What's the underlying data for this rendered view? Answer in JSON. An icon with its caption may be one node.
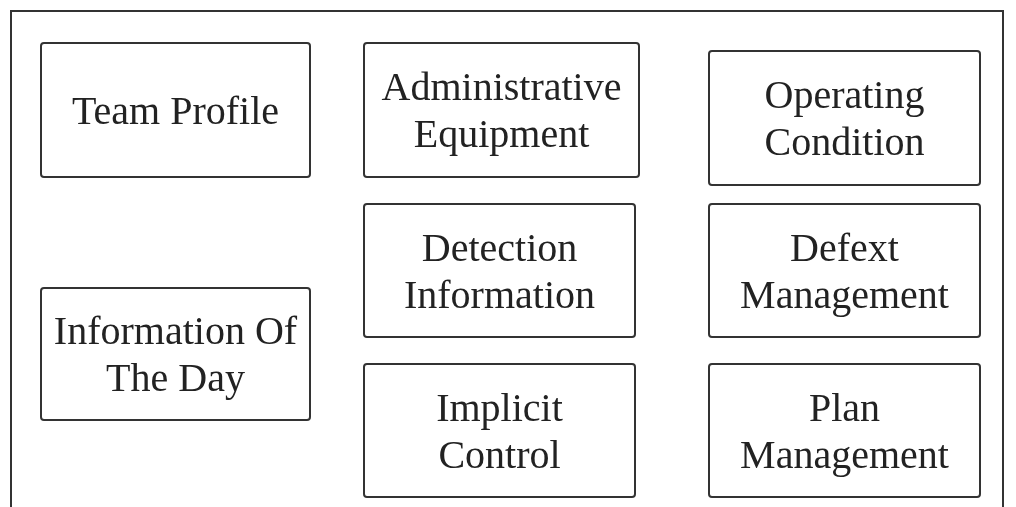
{
  "diagram": {
    "nodes": [
      {
        "text": [
          "Team Profile"
        ]
      },
      {
        "text": [
          "Administrative Equipment"
        ]
      },
      {
        "text": [
          "Operating Condition"
        ]
      },
      {
        "text": [
          "Detection Information"
        ]
      },
      {
        "text": [
          "Defext Management"
        ]
      },
      {
        "text": [
          "Information Of The Day"
        ]
      },
      {
        "text": [
          "Implicit Control"
        ]
      },
      {
        "text": [
          "Plan Management"
        ]
      }
    ]
  }
}
